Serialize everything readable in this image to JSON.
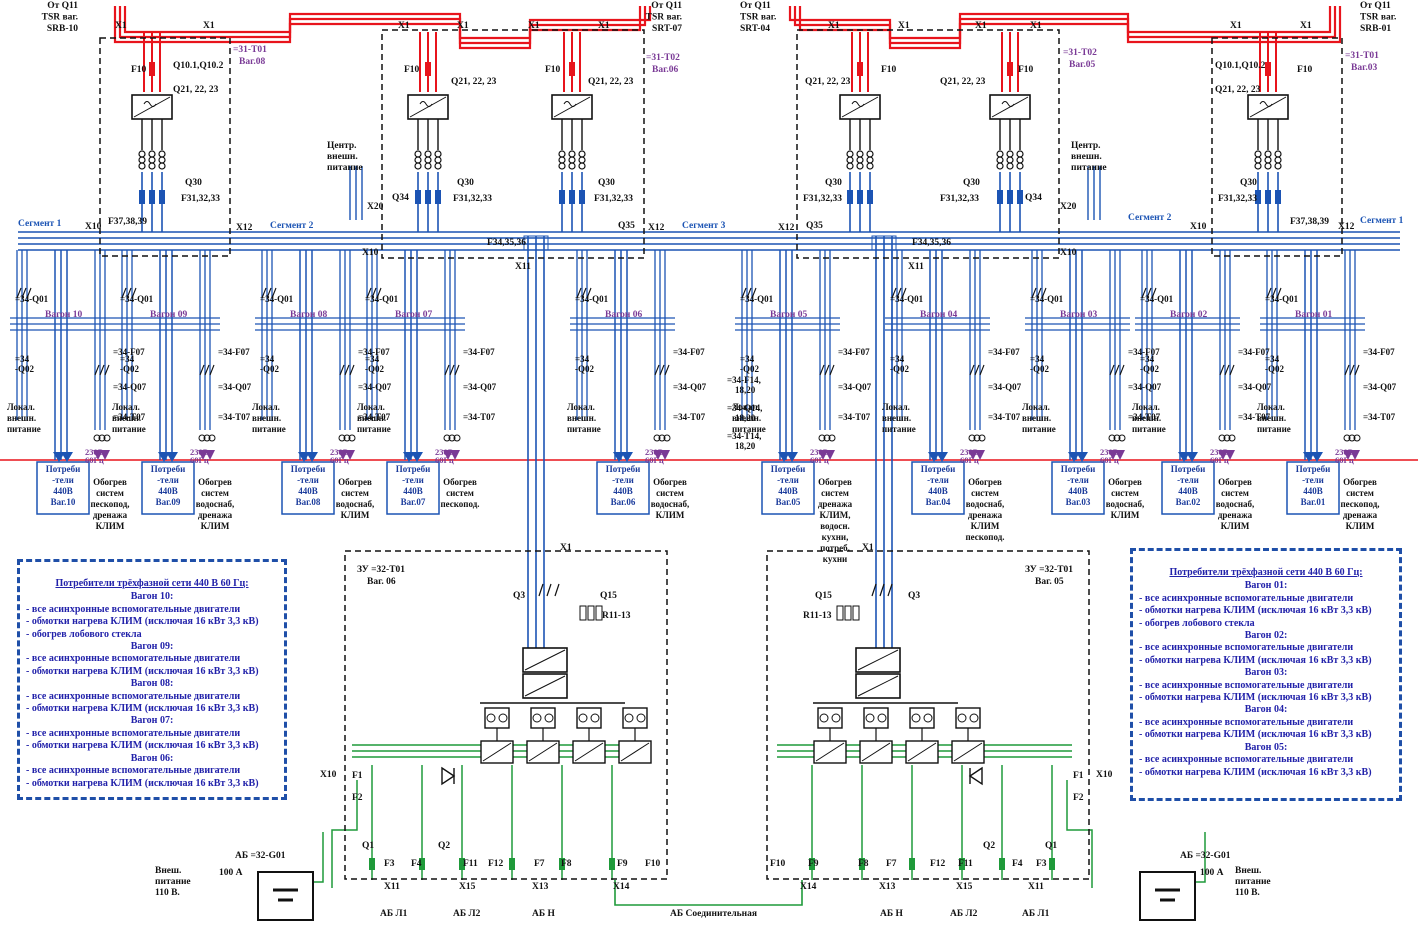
{
  "colors": {
    "red": "#e8141c",
    "blue": "#1c54b4",
    "green": "#1f9a3a",
    "purple": "#7a3a96",
    "dark": "#1a1a1a"
  },
  "sources": {
    "l1": [
      "От Q11",
      "TSR ваг.",
      "SRB-10"
    ],
    "l2": [
      "От Q11",
      "TSR ваг.",
      "SRT-07"
    ],
    "r2": [
      "От Q11",
      "TSR ваг.",
      "SRT-04"
    ],
    "r1": [
      "От Q11",
      "TSR ваг.",
      "SRB-01"
    ]
  },
  "labels": {
    "x1": "X1",
    "x10": "X10",
    "x11": "X11",
    "x12": "X12",
    "x14": "X14",
    "x13": "X13",
    "x15": "X15",
    "x20": "X20",
    "f10": "F10",
    "q10": "Q10.1,Q10.2",
    "q21": "Q21, 22, 23",
    "q30": "Q30",
    "f31": "F31,32,33",
    "f37": "F37,38,39",
    "q34": "Q34",
    "q35": "Q35",
    "f34": "F34,35,36",
    "t01": "=31-T01",
    "t02": "=31-T02",
    "vag08": "Ваг.08",
    "vag06": "Ваг.06",
    "vag05": "Ваг.05",
    "vag03": "Ваг.03",
    "centr": [
      "Центр.",
      "внешн.",
      "питание"
    ],
    "seg1": "Сегмент 1",
    "seg2": "Сегмент 2",
    "seg3": "Сегмент 3",
    "q01": "=34-Q01",
    "q01a": "=34-",
    "q01b": "Q01",
    "q02a": "=34",
    "q02b": "-Q02",
    "f07": "=34-F07",
    "q07": "=34-Q07",
    "t07": "=34-T07",
    "lok": [
      "Локал.",
      "внешн.",
      "питание"
    ],
    "v230": "230В,",
    "hz": "60Гц",
    "f14": "=34-F14,",
    "q14": "=34-Q14,",
    "t14": "=34-T14,",
    "num1820": "18,20",
    "zu06": "ЗУ =32-T01",
    "zu06b": "Ваг. 06",
    "zu05": "ЗУ =32-T01",
    "zu05b": "Ваг. 05",
    "q3": "Q3",
    "q15": "Q15",
    "r11": "R11-13",
    "f1": "F1",
    "f2": "F2",
    "q1": "Q1",
    "q2": "Q2",
    "f3": "F3",
    "f4": "F4",
    "f11": "F11",
    "f12": "F12",
    "f7": "F7",
    "f8": "F8",
    "f9": "F9",
    "ab": "АБ =32-G01",
    "a100": "100 А",
    "vnesh": [
      "Внеш.",
      "питание",
      "110 В."
    ],
    "abl1": "АБ Л1",
    "abl2": "АБ Л2",
    "abn": "АБ Н",
    "abconn": "АБ Соединительная"
  },
  "wagons": [
    {
      "label": "Вагон 10",
      "cons": [
        "Потреби",
        "-тели",
        "440В",
        "Ваг.10"
      ],
      "heat": [
        "Обогрев",
        "систем",
        "пескопод,",
        "дренажа",
        "КЛИМ"
      ]
    },
    {
      "label": "Вагон 09",
      "cons": [
        "Потреби",
        "-тели",
        "440В",
        "Ваг.09"
      ],
      "heat": [
        "Обогрев",
        "систем",
        "водоснаб,",
        "дренажа",
        "КЛИМ"
      ]
    },
    {
      "label": "Вагон 08",
      "cons": [
        "Потреби",
        "-тели",
        "440В",
        "Ваг.08"
      ],
      "heat": [
        "Обогрев",
        "систем",
        "водоснаб,",
        "КЛИМ"
      ]
    },
    {
      "label": "Вагон 07",
      "cons": [
        "Потреби",
        "-тели",
        "440В",
        "Ваг.07"
      ],
      "heat": [
        "Обогрев",
        "систем",
        "пескопод."
      ]
    },
    {
      "label": "Вагон 06",
      "cons": [
        "Потреби",
        "-тели",
        "440В",
        "Ваг.06"
      ],
      "heat": [
        "Обогрев",
        "систем",
        "водоснаб,",
        "КЛИМ"
      ]
    },
    {
      "label": "Вагон 05",
      "cons": [
        "Потреби",
        "-тели",
        "440В",
        "Ваг.05"
      ],
      "heat": [
        "Обогрев",
        "систем",
        "дренажа",
        "КЛИМ,",
        "водосн.",
        "кухни,",
        "потреб.",
        "кухни"
      ]
    },
    {
      "label": "Вагон 04",
      "cons": [
        "Потреби",
        "-тели",
        "440В",
        "Ваг.04"
      ],
      "heat": [
        "Обогрев",
        "систем",
        "водоснаб,",
        "дренажа",
        "КЛИМ",
        "пескопод."
      ]
    },
    {
      "label": "Вагон 03",
      "cons": [
        "Потреби",
        "-тели",
        "440В",
        "Ваг.03"
      ],
      "heat": [
        "Обогрев",
        "систем",
        "водоснаб,",
        "КЛИМ"
      ]
    },
    {
      "label": "Вагон 02",
      "cons": [
        "Потреби",
        "-тели",
        "440В",
        "Ваг.02"
      ],
      "heat": [
        "Обогрев",
        "систем",
        "водоснаб,",
        "дренажа",
        "КЛИМ"
      ]
    },
    {
      "label": "Вагон 01",
      "cons": [
        "Потреби",
        "-тели",
        "440В",
        "Ваг.01"
      ],
      "heat": [
        "Обогрев",
        "систем",
        "пескопод,",
        "дренажа",
        "КЛИМ"
      ]
    }
  ],
  "legend_left": {
    "title": "Потребители трёхфазной сети 440 В 60 Гц:",
    "lines": [
      {
        "h": "Вагон 10:"
      },
      {
        "t": "- все асинхронные вспомогательные двигатели"
      },
      {
        "t": "- обмотки нагрева КЛИМ (исключая 16 кВт 3,3 кВ)"
      },
      {
        "t": "- обогрев лобового стекла"
      },
      {
        "h": "Вагон 09:"
      },
      {
        "t": "- все асинхронные вспомогательные двигатели"
      },
      {
        "t": "- обмотки нагрева КЛИМ (исключая 16 кВт 3,3 кВ)"
      },
      {
        "h": "Вагон 08:"
      },
      {
        "t": "- все асинхронные вспомогательные двигатели"
      },
      {
        "t": "- обмотки нагрева КЛИМ (исключая 16 кВт 3,3 кВ)"
      },
      {
        "h": "Вагон 07:"
      },
      {
        "t": "- все асинхронные вспомогательные двигатели"
      },
      {
        "t": "- обмотки нагрева КЛИМ (исключая 16 кВт 3,3 кВ)"
      },
      {
        "h": "Вагон 06:"
      },
      {
        "t": "- все асинхронные вспомогательные двигатели"
      },
      {
        "t": "- обмотки нагрева КЛИМ (исключая 16 кВт 3,3 кВ)"
      }
    ]
  },
  "legend_right": {
    "title": "Потребители трёхфазной сети 440 В 60 Гц:",
    "lines": [
      {
        "h": "Вагон 01:"
      },
      {
        "t": "- все асинхронные вспомогательные двигатели"
      },
      {
        "t": "- обмотки нагрева КЛИМ (исключая 16 кВт 3,3 кВ)"
      },
      {
        "t": "- обогрев лобового стекла"
      },
      {
        "h": "Вагон 02:"
      },
      {
        "t": "- все асинхронные вспомогательные двигатели"
      },
      {
        "t": "- обмотки нагрева КЛИМ (исключая 16 кВт 3,3 кВ)"
      },
      {
        "h": "Вагон 03:"
      },
      {
        "t": "- все асинхронные вспомогательные двигатели"
      },
      {
        "t": "- обмотки нагрева КЛИМ (исключая 16 кВт 3,3 кВ)"
      },
      {
        "h": "Вагон 04:"
      },
      {
        "t": "- все асинхронные вспомогательные двигатели"
      },
      {
        "t": "- обмотки нагрева КЛИМ (исключая 16 кВт 3,3 кВ)"
      },
      {
        "h": "Вагон 05:"
      },
      {
        "t": "- все асинхронные вспомогательные двигатели"
      },
      {
        "t": "- обмотки нагрева КЛИМ (исключая 16 кВт 3,3 кВ)"
      }
    ]
  }
}
